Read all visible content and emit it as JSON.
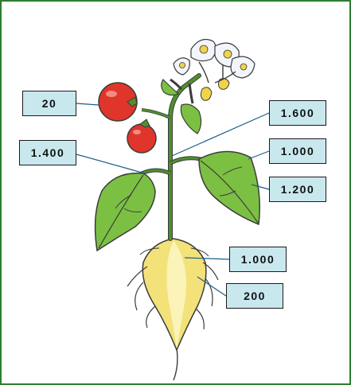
{
  "labels": {
    "fruit": "20",
    "leaf_left": "1.400",
    "stem": "1.600",
    "leaf_right_upper": "1.000",
    "leaf_right_lower": "1.200",
    "root_core": "1.000",
    "root_outer": "200"
  },
  "colors": {
    "frame": "#2f7d32",
    "label_fill": "#c8e8ee",
    "leaf": "#7cc043",
    "stem": "#4f8f2f",
    "fruit": "#e0352b",
    "root": "#f3e27a",
    "flower": "#f2f5fb"
  }
}
